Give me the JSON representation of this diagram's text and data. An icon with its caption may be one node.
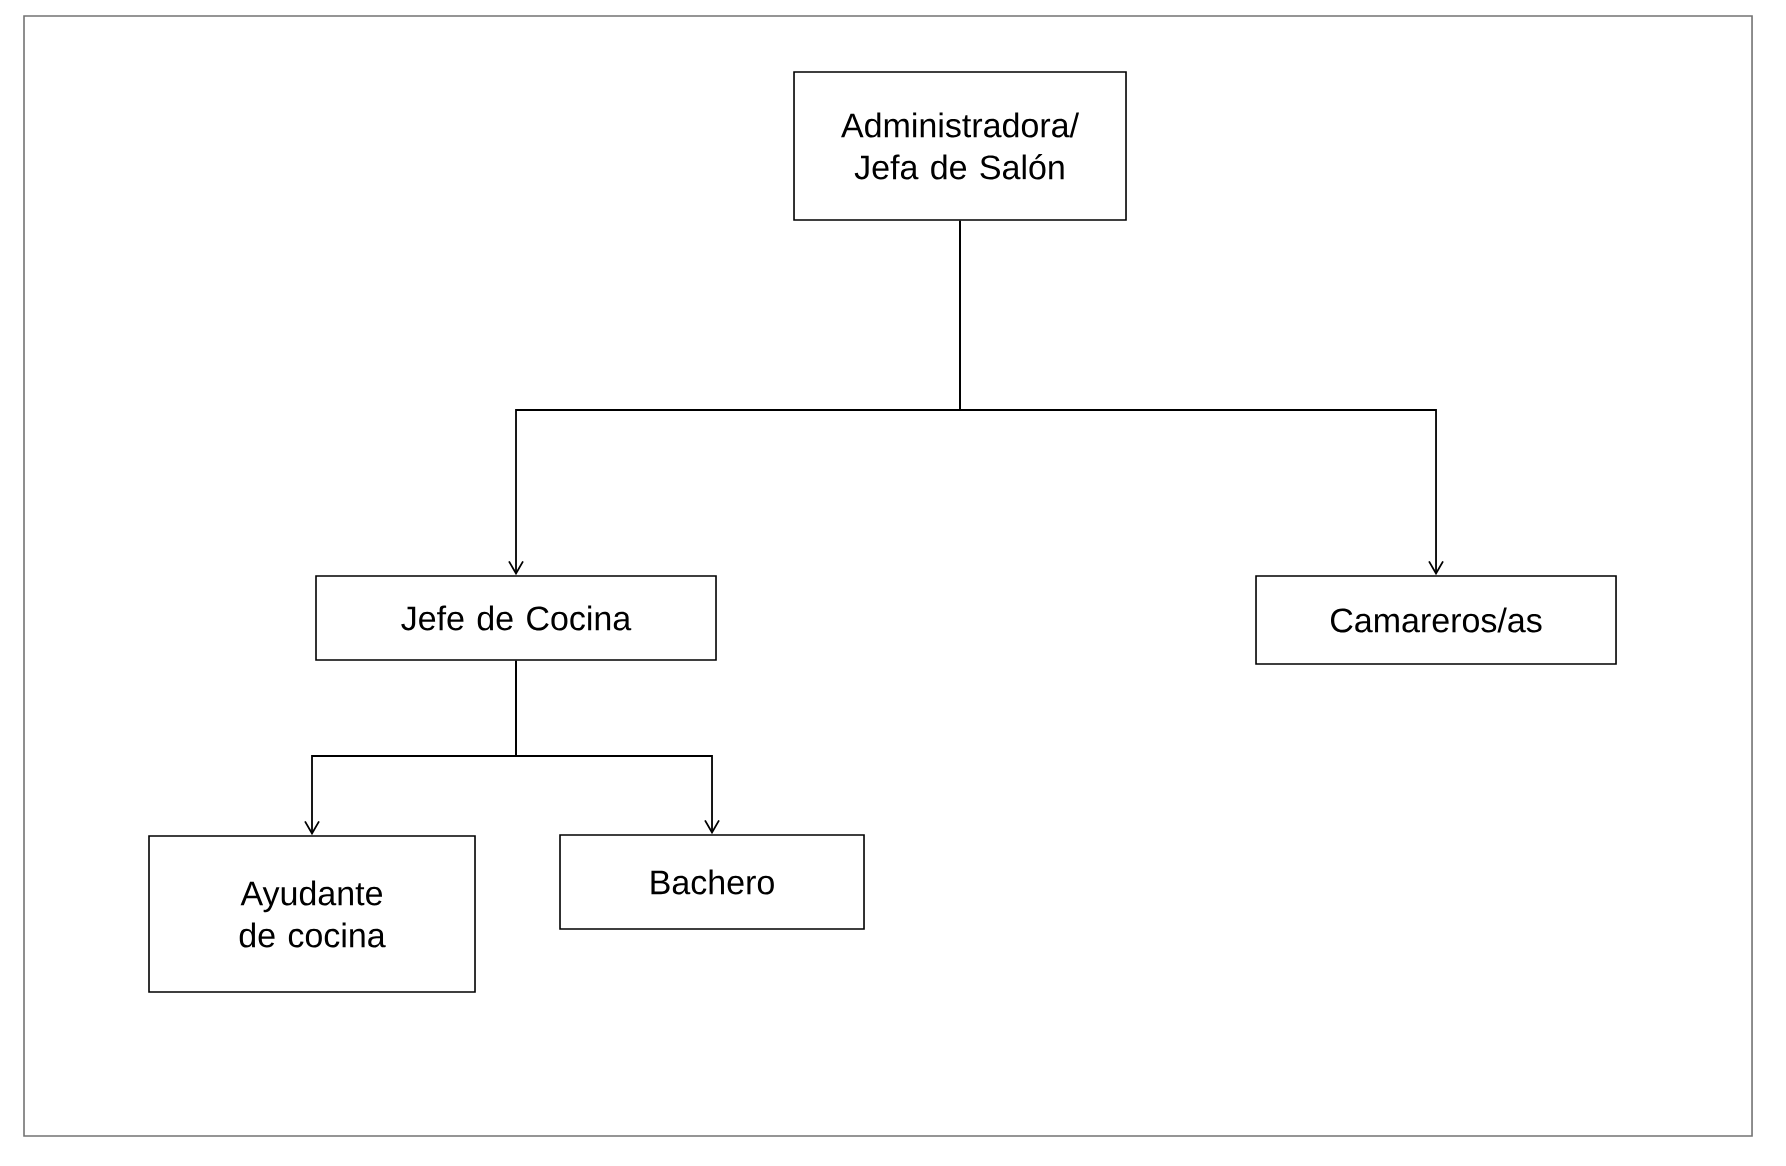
{
  "diagram": {
    "nodes": [
      {
        "text": [
          "Administradora/ Jefa de Salón"
        ]
      },
      {
        "text": [
          "Jefe de Cocina"
        ]
      },
      {
        "text": [
          "Camareros/as"
        ]
      },
      {
        "text": [
          "Ayudante de cocina"
        ]
      },
      {
        "text": [
          "Bachero"
        ]
      }
    ],
    "edges": [
      {
        "from": 0,
        "to": 1,
        "arrow": "to"
      },
      {
        "from": 0,
        "to": 2,
        "arrow": "to"
      },
      {
        "from": 1,
        "to": 3,
        "arrow": "to"
      },
      {
        "from": 1,
        "to": 4,
        "arrow": "to"
      }
    ]
  }
}
